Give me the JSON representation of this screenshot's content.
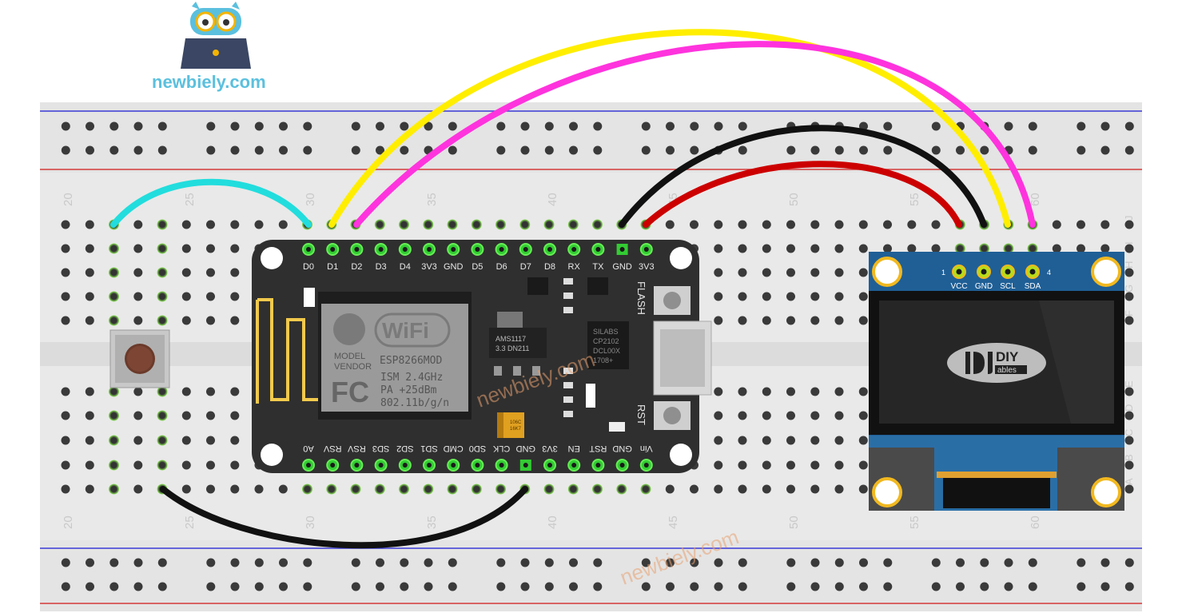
{
  "brand": {
    "name": "newbiely.com",
    "color": "#5bc0de"
  },
  "watermarks": [
    "newbiely.com",
    "newbiely.com"
  ],
  "breadboard": {
    "top_numbers": [
      "20",
      "25",
      "30",
      "35",
      "40",
      "45",
      "50",
      "55",
      "60"
    ],
    "bottom_numbers": [
      "20",
      "25",
      "30",
      "35",
      "40",
      "45",
      "50",
      "55",
      "60"
    ],
    "row_letters_top": [
      "J",
      "I",
      "H",
      "G",
      "F"
    ],
    "row_letters_bottom": [
      "E",
      "D",
      "C",
      "B",
      "A"
    ]
  },
  "esp8266": {
    "top_pins": [
      "D0",
      "D1",
      "D2",
      "D3",
      "D4",
      "3V3",
      "GND",
      "D5",
      "D6",
      "D7",
      "D8",
      "RX",
      "TX",
      "GND",
      "3V3"
    ],
    "bottom_pins": [
      "A0",
      "RSV",
      "RSV",
      "SD3",
      "SD2",
      "SD1",
      "CMD",
      "SD0",
      "CLK",
      "GND",
      "3V3",
      "EN",
      "RST",
      "GND",
      "Vin"
    ],
    "module": {
      "wifi": "WiFi",
      "model_label": "MODEL",
      "vendor_label": "VENDOR",
      "model": "ESP8266MOD",
      "ism": "ISM 2.4GHz",
      "pa": "PA  +25dBm",
      "standard": "802.11b/g/n",
      "fcc": "FC"
    },
    "regulator": [
      "AMS1117",
      "3.3  DN211"
    ],
    "usb_chip": [
      "SILABS",
      "CP2102",
      "DCL00X",
      "1708+"
    ],
    "capacitor": [
      "106C",
      "16K7"
    ],
    "flash_label": "FLASH",
    "rst_label": "RST"
  },
  "oled": {
    "pins": [
      "VCC",
      "GND",
      "SCL",
      "SDA"
    ],
    "pin_first": "1",
    "pin_last": "4",
    "logo_main": "DIY",
    "logo_sub": "ables"
  },
  "colors": {
    "yellow_wire": "#ffee00",
    "magenta_wire": "#ff33dd",
    "red_wire": "#cc0000",
    "black_wire": "#111111",
    "teal_wire": "#22dddd"
  }
}
